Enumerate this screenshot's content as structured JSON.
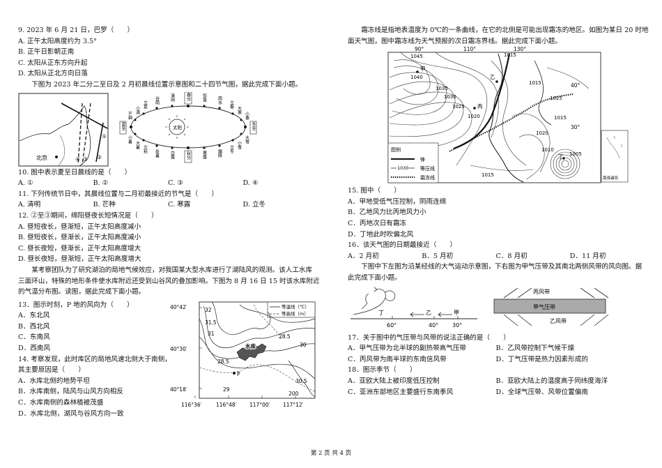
{
  "left": {
    "q9": {
      "stem": "9. 2023 年 6 月 21 日，巴罗（　　）",
      "options": [
        "A. 正午太阳高度约为 3.5°",
        "B. 正午日影朝正南",
        "C. 太阳从正东方向升起",
        "D. 太阳从正北方向日落"
      ]
    },
    "intro_10_12": "下图为 2023 年二分二至日及 2 月初晨线位置示意图和二十四节气图，据此完成下面小题。",
    "fig1": {
      "city": "北京",
      "markers": [
        "①",
        "②",
        "③",
        "④"
      ],
      "sun": "太阳",
      "terms_top": [
        "立冬",
        "小雪",
        "大雪",
        "冬至",
        "小寒",
        "大寒",
        "立春",
        "雨水",
        "惊蛰",
        "春分",
        "清明",
        "谷雨",
        "立夏",
        "小满",
        "芒种"
      ],
      "terms_bottom": [
        "夏至",
        "小暑",
        "大暑",
        "立秋",
        "处暑",
        "白露",
        "秋分",
        "寒露",
        "霜降",
        "立冬",
        "小雪"
      ],
      "labels": {
        "xiazhi": "夏至",
        "chunfen": "春分",
        "qiufen": "秋分",
        "dongzhi": "冬至",
        "lichun": "立春",
        "lidong": "立冬",
        "qingming": "清明",
        "guyu": "谷雨",
        "jingzhe": "惊蛰",
        "yushui": "雨水",
        "lixia": "立夏",
        "xiaoman": "小满",
        "mangzhong": "芒种",
        "xiaoshu": "小暑",
        "dashu": "大暑",
        "liqiu": "立秋",
        "chushu": "处暑",
        "bailu": "白露",
        "hanlu": "寒露",
        "shuangjiang": "霜降",
        "xiaoxue": "小雪",
        "daxue": "大雪",
        "xiaohan": "小寒",
        "dahan": "大寒"
      }
    },
    "q10": {
      "stem": "10. 图中表示夏至日晨线的是（　　）",
      "options": [
        "A. ①",
        "B. ②",
        "C. ③",
        "D. ④"
      ]
    },
    "q11": {
      "stem": "11. 下列传统节日中，其晨线位置与二月初最接近的节气是（　　）",
      "options": [
        "A. 清明",
        "B. 芒种",
        "C. 寒露",
        "D. 立冬"
      ]
    },
    "q12": {
      "stem": "12. ②至③期间，绵阳昼夜长短情况是（　　）",
      "options": [
        "A. 昼短夜长，昼渐短，正午太阳高度减小",
        "B. 昼短夜长，昼渐长，正午太阳高度减小",
        "C. 昼长夜短，昼渐长，正午太阳高度增大",
        "D. 昼长夜短，昼渐短，正午太阳高度增大"
      ]
    },
    "intro_13_14": [
      "某考察团队为了研究湖泊的局地气候效应，对我国某大型水库进行了湖陆风的观测。该人工水库",
      "三面环山，特殊的地形条件使水库附近还受到山谷风的叠加影响。下图为 8 月 16 日 15 时该水库附近",
      "的气温分布图。读图，据此完成下面小题。"
    ],
    "q13": {
      "stem": "13．图示时刻，P 地的风向为（　　）",
      "options": [
        "A．东北风",
        "B．西北风",
        "C．东南风",
        "D．西南风"
      ]
    },
    "q14": {
      "stem": [
        "14. 考察发现，此时库区的局地风速北侧大于南侧，",
        "其主要原因是（　　）"
      ],
      "options": [
        "A．水库北侧的地势平坦",
        "B．水库南侧，陆风与山风方向相反",
        "C．水库南侧的森林植被茂盛",
        "D．水库北侧，湖风与谷风方向一致"
      ]
    },
    "fig2": {
      "legend": [
        "等温线（℃）",
        "等高线（m）"
      ],
      "lat": [
        "40°42′",
        "40°30′",
        "40°18′"
      ],
      "lon": [
        "116°36′",
        "116°48′",
        "117°00′",
        "117°12′"
      ],
      "iso": [
        "32",
        "31.5",
        "31",
        "28.5",
        "28.5",
        "29",
        "30",
        "30.5",
        "200"
      ],
      "reservoir": "水库",
      "point": "P"
    }
  },
  "right": {
    "intro_15_16": [
      "霜冻线是指地表温度为 0℃的一条曲线，在它的北侧是可能出现霜冻的地区。如图为某日 20 时地",
      "面天气图，图中霜冻线为天气预报的次日霜冻界线。据此完成下面小题。"
    ],
    "fig3": {
      "lon": [
        "90°",
        "110°",
        "130°"
      ],
      "lat": [
        "40°",
        "30°"
      ],
      "isobars": [
        "1045",
        "1040",
        "1035",
        "1030",
        "1025",
        "1020",
        "1015",
        "1015",
        "1015",
        "1020",
        "1025",
        "1010",
        "1005",
        "1015"
      ],
      "places": [
        "甲",
        "乙",
        "丙",
        "丁"
      ],
      "legend_title": "图例",
      "legend": [
        "锋",
        "等压线",
        "霜冻线"
      ],
      "isobar_sample": "1030",
      "inset": "南海诸岛"
    },
    "q15": {
      "stem": "15. 图中（　　）",
      "options": [
        "A．甲地受低气压控制，阴雨连绵",
        "B．乙地风力比丙地风力小",
        "C．丙地次日有霜冻",
        "D．丁地此时吹偏北风"
      ]
    },
    "q16": {
      "stem": "16．该天气图的日期最接近（　　）",
      "options": [
        "A．2 月初",
        "B．5 月初",
        "C．8 月初",
        "D．11 月初"
      ]
    },
    "intro_17_18": [
      "下图中下左图为沿某经线的大气运动示意图，下右图为甲气压带及其南北两侧风带的风向图。据",
      "此完成下面小题。"
    ],
    "fig4": {
      "lats": [
        "60°",
        "40°",
        "30°"
      ],
      "labels": [
        "丁",
        "乙",
        "甲"
      ],
      "belt": "甲气压带",
      "north": "丙风带",
      "south": "乙风带"
    },
    "q17": {
      "stem": "17．关于图中的气压带与风带的说法正确的是（　　）",
      "options": [
        "A．甲气压带为北半球的副热带高气压带",
        "B．乙风带控制下气候干燥",
        "C．丙风带为南半球的东南信风带",
        "D．丁气压带是热力因素形成的"
      ]
    },
    "q18": {
      "stem": "18．图示季节（　　）",
      "options": [
        "A．亚欧大陆上被印度低压控制",
        "B．亚欧大陆上的温度高于同纬度海洋",
        "C．亚洲东部地区主要盛行东南季风",
        "D．全球气压带、风带位置偏南"
      ]
    }
  },
  "footer": "第 2 页 共 4 页"
}
